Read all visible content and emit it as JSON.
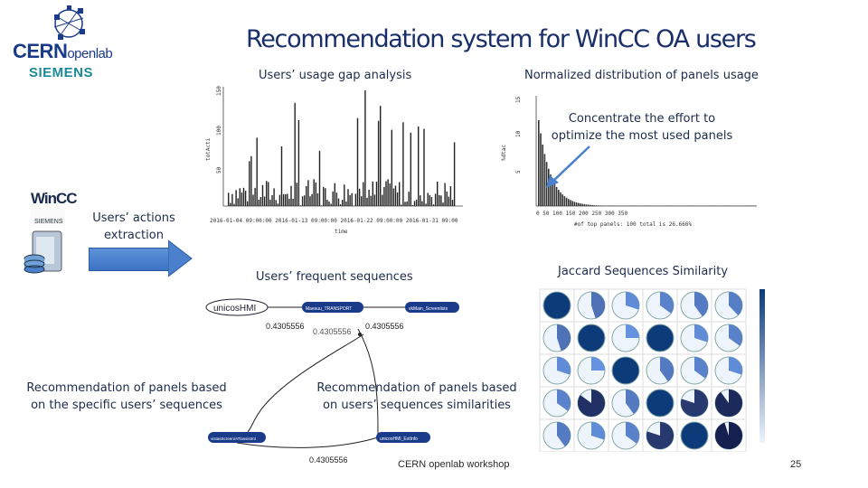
{
  "slide": {
    "title": "Recommendation system for WinCC OA users",
    "footer": "CERN openlab workshop",
    "page_number": "25"
  },
  "logos": {
    "cern": "CERN",
    "openlab": "openlab",
    "siemens": "SIEMENS",
    "wincc": "WinCC",
    "wincc_siemens": "SIEMENS"
  },
  "labels": {
    "usage_gap": "Users’ usage gap analysis",
    "normalized_dist": "Normalized distribution of panels usage",
    "concentrate_1": "Concentrate the effort to",
    "concentrate_2": "optimize the most used panels",
    "actions_1": "Users’ actions",
    "actions_2": "extraction",
    "frequent_seq": "Users’ frequent sequences",
    "jaccard": "Jaccard Sequences Similarity",
    "rec_specific_1": "Recommendation of panels based",
    "rec_specific_2": "on the specific users’ sequences",
    "rec_similar_1": "Recommendation of panels based",
    "rec_similar_2": "on users’ sequences similarities"
  },
  "graph": {
    "nodes": [
      "unicosHMI",
      "Maesuu_TRANSPORT",
      "vkMain_Screenlists",
      "vistasScreen/ATlassistmt",
      "unicosHMI_ExtInfo"
    ],
    "edge_labels": [
      "0.4305556",
      "0.4305556",
      "0.4305556",
      "0.4305556"
    ]
  },
  "colors": {
    "title": "#1a2f6a",
    "cern_blue": "#1a3a8a",
    "siemens_teal": "#1a8a96",
    "arrow_blue": "#4a80cc",
    "jaccard_dark": "#0d3a78"
  }
}
